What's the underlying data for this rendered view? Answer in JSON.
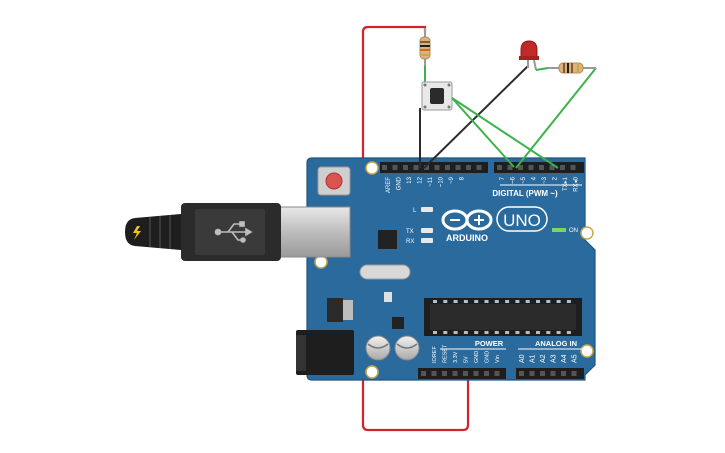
{
  "board": {
    "brand": "ARDUINO",
    "model": "UNO",
    "on_label": "ON",
    "l_label": "L",
    "tx_label": "TX",
    "rx_label": "RX",
    "digital_label": "DIGITAL (PWM ~)",
    "power_label": "POWER",
    "analog_label": "ANALOG IN",
    "top_pins": [
      "AREF",
      "GND",
      "13",
      "12",
      "~11",
      "~10",
      "~9",
      "8",
      "7",
      "~6",
      "~5",
      "4",
      "~3",
      "2",
      "TX▸1",
      "RX◂0"
    ],
    "power_pins": [
      "IOREF",
      "RESET",
      "3.3V",
      "5V",
      "GND",
      "GND",
      "Vin"
    ],
    "analog_pins": [
      "A0",
      "A1",
      "A2",
      "A3",
      "A4",
      "A5"
    ]
  },
  "components": {
    "usb_icon": "usb-icon",
    "bolt_icon": "lightning-icon"
  },
  "colors": {
    "board": "#2a6a9c",
    "board_edge": "#1f5580",
    "wire_red": "#d2232a",
    "wire_black": "#2b2b2b",
    "wire_green": "#3bb34a",
    "led_red": "#c22a2a"
  }
}
